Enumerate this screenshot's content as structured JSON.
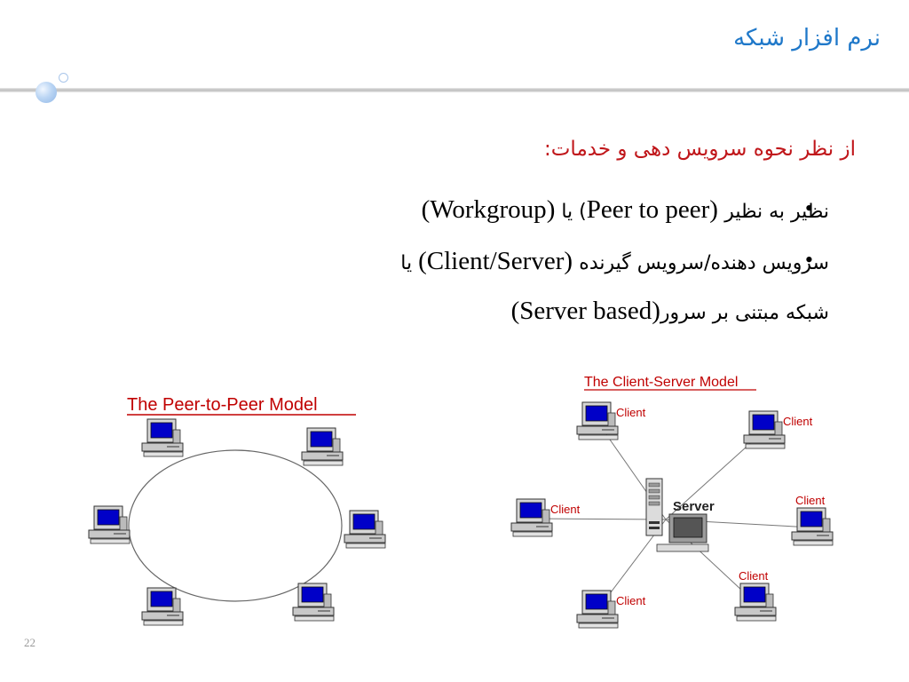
{
  "slide": {
    "title": "نرم افزار شبکه",
    "heading": "از نظر نحوه سرویس دهی و خدمات:",
    "bullet_marker": "•",
    "bullets": [
      {
        "parts": [
          "نظیر به نظیر",
          " (",
          "Peer to peer",
          ") یا ",
          "(Workgroup)"
        ]
      },
      {
        "parts": [
          "سرویس دهنده/سرویس گیرنده",
          "  ",
          "(Client/Server)",
          " یا"
        ]
      },
      {
        "parts": [
          "شبکه مبتنی بر سرور",
          "(Server based)"
        ]
      }
    ],
    "slide_number": "22"
  },
  "p2p_diagram": {
    "title": "The Peer-to-Peer Model",
    "computer_count": 6
  },
  "cs_diagram": {
    "title": "The Client-Server Model",
    "server_label": "Server",
    "client_label": "Client",
    "client_count": 6
  },
  "colors": {
    "title_blue": "#1f78c9",
    "heading_red": "#c0161a",
    "diagram_red": "#c00000",
    "screen_blue": "#0000c8"
  },
  "icons": {
    "computer": "desktop-computer-icon",
    "server": "server-tower-icon"
  }
}
